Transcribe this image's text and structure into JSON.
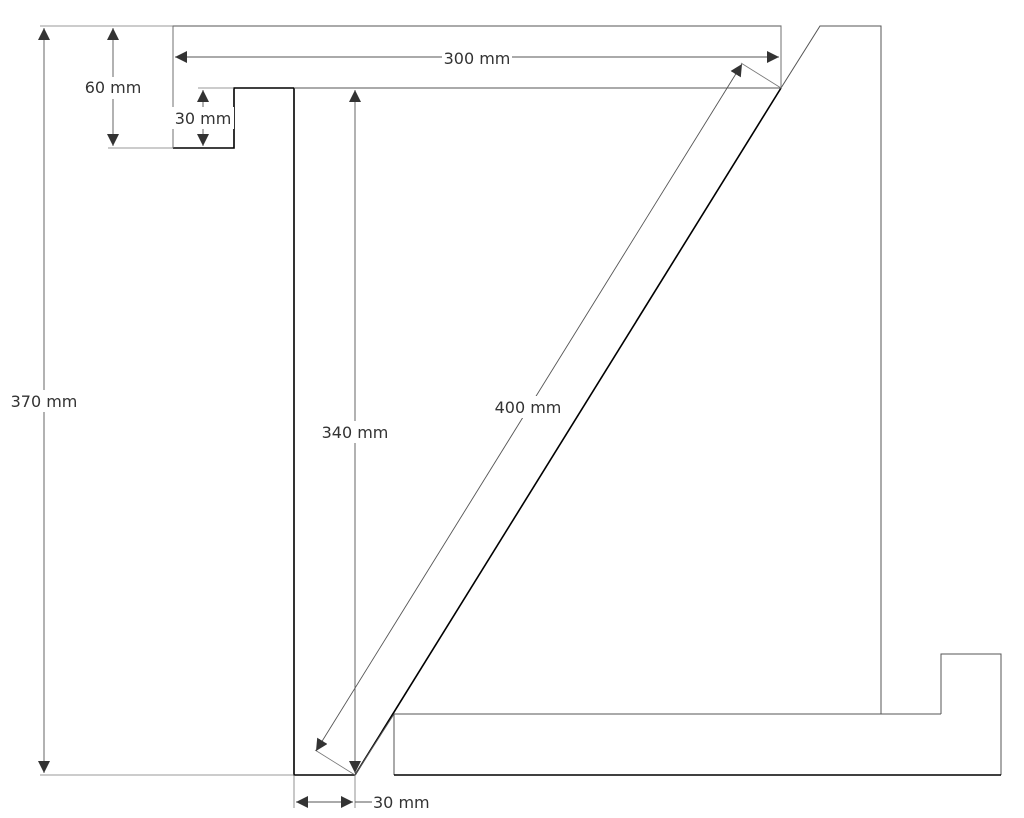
{
  "dimensions": {
    "total_height": "370 mm",
    "top_flange_height": "60 mm",
    "lip_height": "30 mm",
    "top_width": "300 mm",
    "diagonal_length": "400 mm",
    "vertical_height": "340 mm",
    "bottom_width": "30 mm"
  },
  "colors": {
    "outline": "#000000",
    "dimension_line": "#555555",
    "text": "#333333",
    "background": "#ffffff"
  }
}
